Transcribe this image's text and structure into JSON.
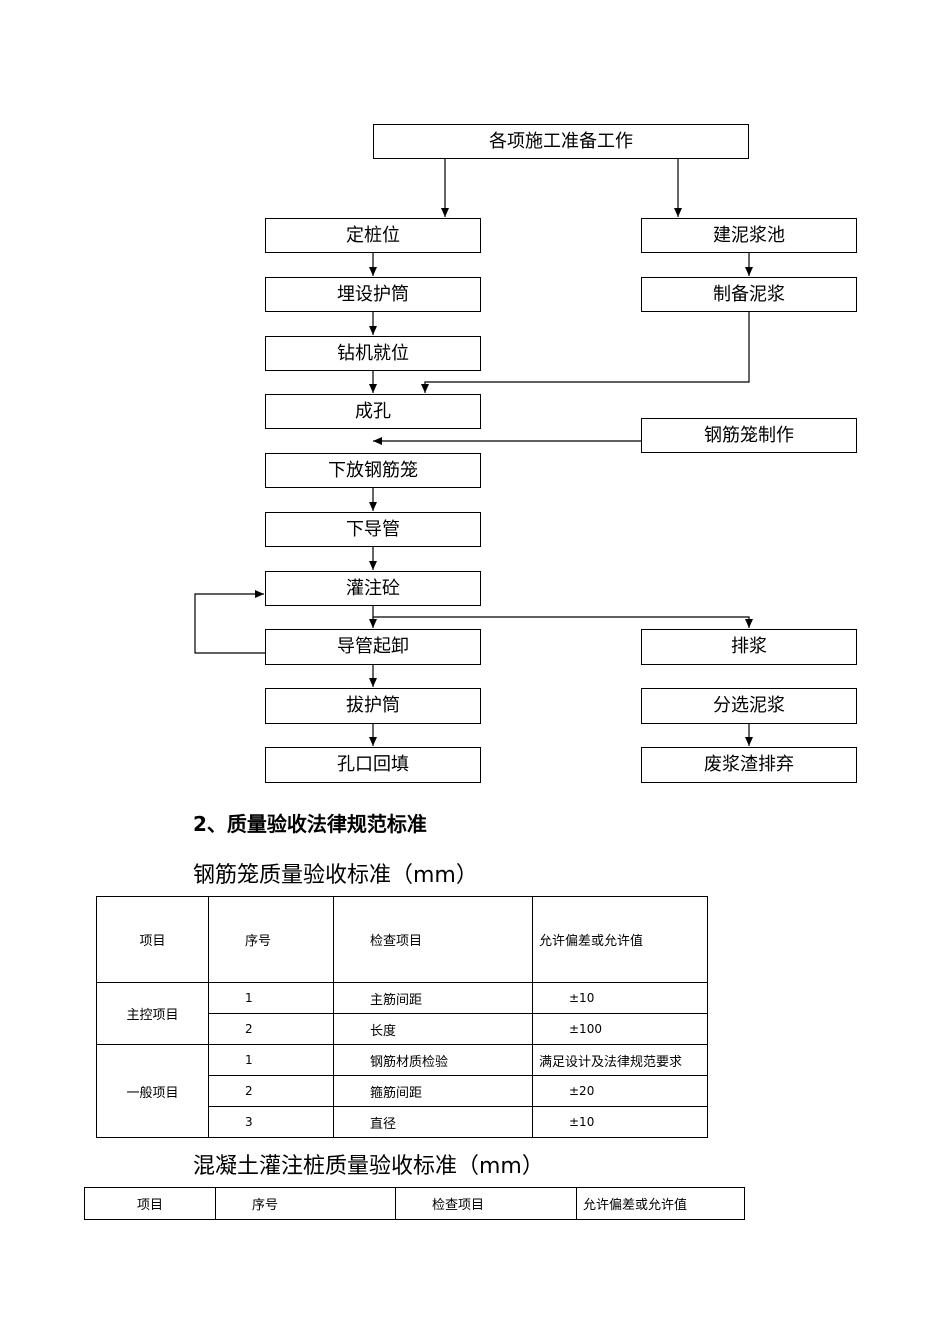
{
  "flowchart": {
    "start": "各项施工准备工作",
    "left_steps": [
      "定桩位",
      "埋设护筒",
      "钻机就位",
      "成孔",
      "下放钢筋笼",
      "下导管",
      "灌注砼",
      "导管起卸",
      "拔护筒",
      "孔口回填"
    ],
    "right_top": [
      "建泥浆池",
      "制备泥浆"
    ],
    "rebar_cage": "钢筋笼制作",
    "right_bottom": [
      "排浆",
      "分选泥浆",
      "废浆渣排弃"
    ]
  },
  "section_title": "2、质量验收法律规范标准",
  "table1": {
    "title": "钢筋笼质量验收标准（mm）",
    "headers": [
      "项目",
      "序号",
      "检查项目",
      "允许偏差或允许值"
    ],
    "groups": [
      {
        "name": "主控项目",
        "rows": [
          {
            "no": "1",
            "item": "主筋间距",
            "value": "±10"
          },
          {
            "no": "2",
            "item": "长度",
            "value": "±100"
          }
        ]
      },
      {
        "name": "一般项目",
        "rows": [
          {
            "no": "1",
            "item": "钢筋材质检验",
            "value": "满足设计及法律规范要求"
          },
          {
            "no": "2",
            "item": "箍筋间距",
            "value": "±20"
          },
          {
            "no": "3",
            "item": "直径",
            "value": "±10"
          }
        ]
      }
    ]
  },
  "table2": {
    "title": "混凝土灌注桩质量验收标准（mm）",
    "headers": [
      "项目",
      "序号",
      "检查项目",
      "允许偏差或允许值"
    ]
  }
}
